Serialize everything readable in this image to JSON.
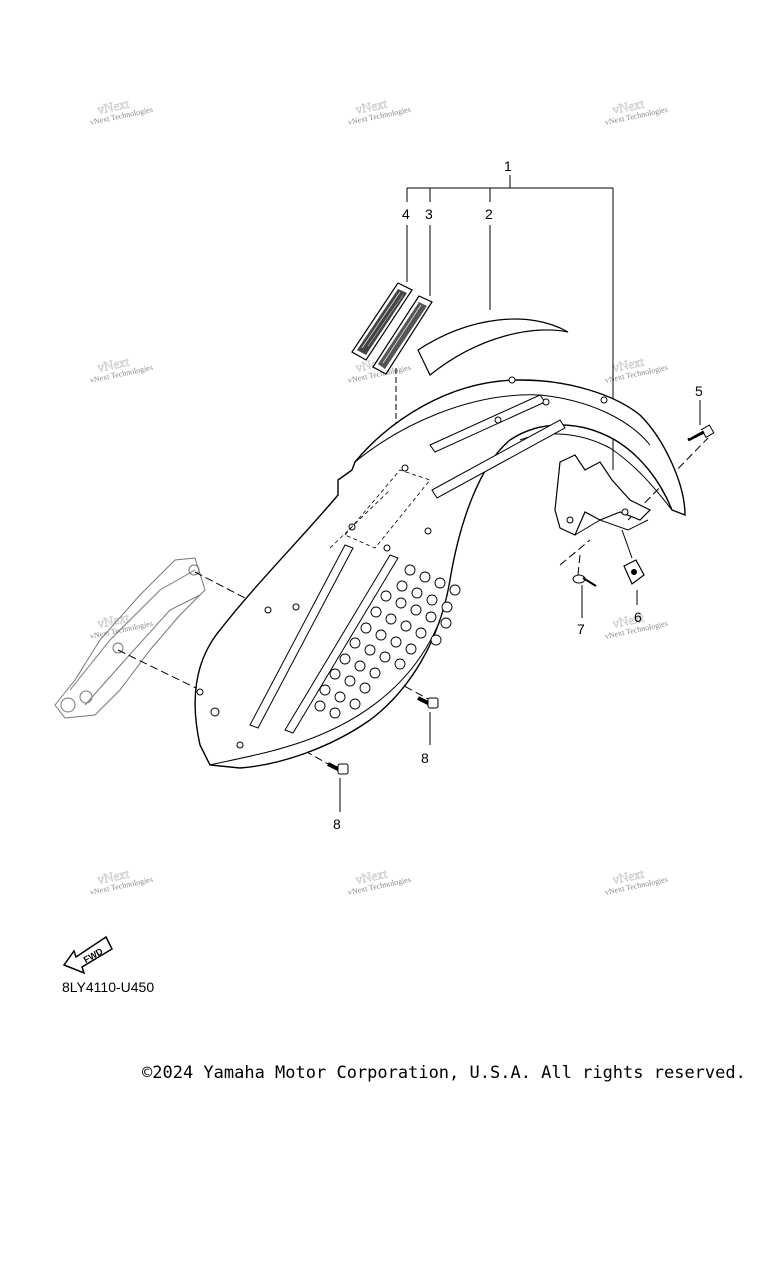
{
  "diagram": {
    "callouts": [
      "1",
      "2",
      "3",
      "4",
      "5",
      "6",
      "7",
      "8",
      "8"
    ],
    "fwd_label": "FWD",
    "diagram_code": "8LY4110-U450",
    "copyright": "©2024 Yamaha Motor Corporation, U.S.A. All rights reserved.",
    "watermark": "vNext Technologies"
  }
}
